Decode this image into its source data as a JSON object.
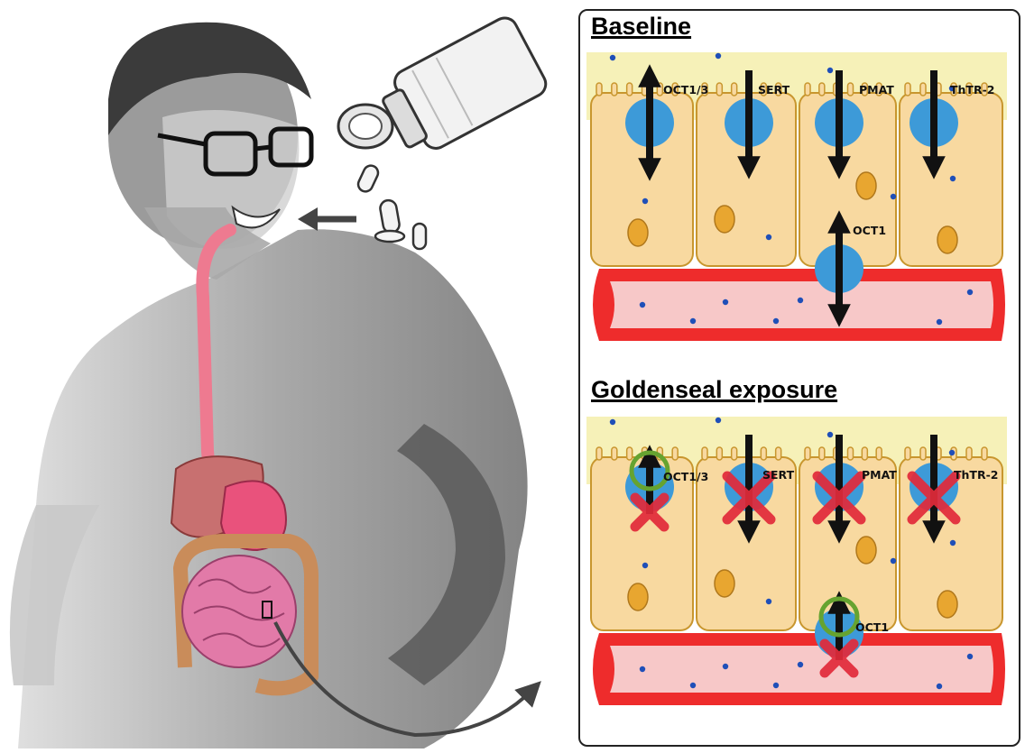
{
  "panels": {
    "baseline": {
      "title": "Baseline",
      "transporters": [
        {
          "label": "OCT1/3",
          "direction": "bidirectional",
          "status": "active"
        },
        {
          "label": "SERT",
          "direction": "down",
          "status": "active"
        },
        {
          "label": "PMAT",
          "direction": "down",
          "status": "active"
        },
        {
          "label": "ThTR-2",
          "direction": "down",
          "status": "active"
        }
      ],
      "basolateral": {
        "label": "OCT1",
        "direction": "bidirectional",
        "status": "active"
      }
    },
    "goldenseal": {
      "title": "Goldenseal exposure",
      "transporters": [
        {
          "label": "OCT1/3",
          "direction": "up",
          "status": "efflux-retained-influx-blocked"
        },
        {
          "label": "SERT",
          "direction": "down",
          "status": "inhibited"
        },
        {
          "label": "PMAT",
          "direction": "down",
          "status": "inhibited"
        },
        {
          "label": "ThTR-2",
          "direction": "down",
          "status": "inhibited"
        }
      ],
      "basolateral": {
        "label": "OCT1",
        "direction": "up",
        "status": "efflux-retained-influx-blocked"
      }
    }
  },
  "icons": [
    "person-figure",
    "pill-bottle-icon",
    "capsule-icon",
    "arrow-icon",
    "stomach-icon",
    "liver-icon",
    "intestine-icon",
    "blood-vessel-icon",
    "cell-icon",
    "nucleus-icon",
    "inhibition-x-icon",
    "circle-marker-icon"
  ],
  "colors": {
    "lumen": "#f6f1b8",
    "cell": "#f8d9a0",
    "cell_border": "#c8962e",
    "nucleus": "#e8a630",
    "transporter": "#3d9ad8",
    "arrow": "#111111",
    "vessel": "#ee2c2c",
    "vessel_inner": "#f7c8c8",
    "inhibition_x": "#e22a3a",
    "circle_marker": "#66a330",
    "dots": "#1f4fb8",
    "esophagus": "#ee7a90",
    "intestine": "#e27aa8"
  }
}
